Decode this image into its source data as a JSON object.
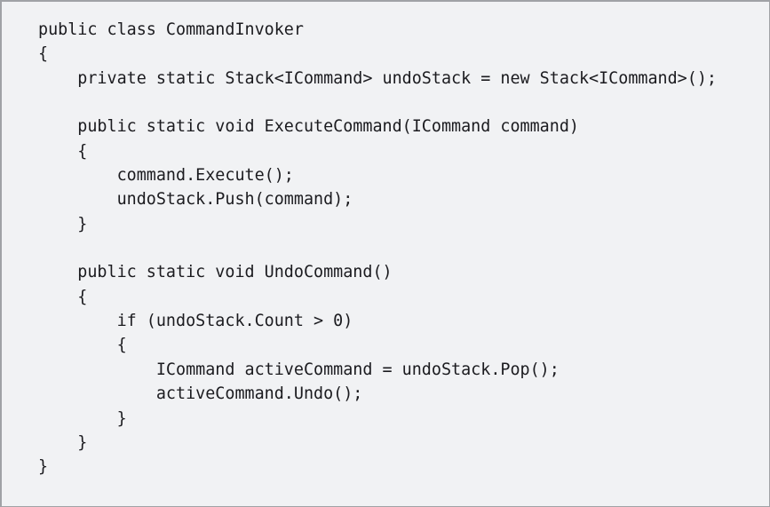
{
  "code_block": {
    "language": "csharp",
    "background_color": "#f1f2f4",
    "border_color": "#a0a2a6",
    "text_color": "#1b1b1f",
    "indent_unit": "    ",
    "line_count": 20,
    "lines": [
      "public class CommandInvoker",
      "{",
      "    private static Stack<ICommand> undoStack = new Stack<ICommand>();",
      "",
      "    public static void ExecuteCommand(ICommand command)",
      "    {",
      "        command.Execute();",
      "        undoStack.Push(command);",
      "    }",
      "",
      "    public static void UndoCommand()",
      "    {",
      "        if (undoStack.Count > 0)",
      "        {",
      "            ICommand activeCommand = undoStack.Pop();",
      "            activeCommand.Undo();",
      "        }",
      "    }",
      "}"
    ]
  }
}
